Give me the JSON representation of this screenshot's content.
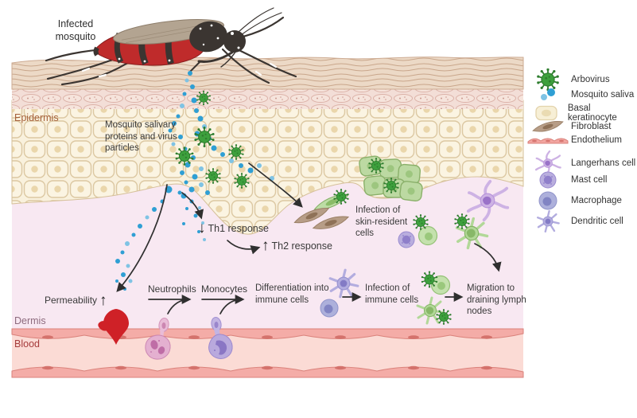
{
  "labels": {
    "infected_mosquito": "Infected mosquito",
    "epidermis": "Epidermis",
    "salivary": "Mosquito salivary proteins and virus particles",
    "th1_arrow": "↓",
    "th1": "Th1 response",
    "th2_arrow": "↑",
    "th2": "Th2 response",
    "infection_skin": "Infection of skin-resident cells",
    "permeability": "Permeability",
    "permeability_arrow": "↑",
    "neutrophils": "Neutrophils",
    "monocytes": "Monocytes",
    "differentiation": "Differentiation into immune cells",
    "infection_immune": "Infection of immune cells",
    "migration": "Migration to draining lymph nodes",
    "dermis": "Dermis",
    "blood": "Blood"
  },
  "legend": {
    "items": [
      {
        "icon": "arbovirus-icon",
        "label": "Arbovirus"
      },
      {
        "icon": "mosquito-saliva-icon",
        "label": "Mosquito saliva"
      },
      {
        "icon": "basal-keratinocyte-icon",
        "label": "Basal keratinocyte"
      },
      {
        "icon": "fibroblast-icon",
        "label": "Fibroblast"
      },
      {
        "icon": "endothelium-icon",
        "label": "Endothelium"
      },
      {
        "icon": "langerhans-cell-icon",
        "label": "Langerhans cell"
      },
      {
        "icon": "mast-cell-icon",
        "label": "Mast cell"
      },
      {
        "icon": "macrophage-icon",
        "label": "Macrophage"
      },
      {
        "icon": "dendritic-cell-icon",
        "label": "Dendritic cell"
      }
    ]
  },
  "colors": {
    "arbovirus_green": "#3da03d",
    "saliva_blue": "#2f9fd4",
    "epidermis_label": "#a5603a",
    "dermis_label": "#8d6b7e",
    "blood_label": "#a63c3c",
    "blood_drop_red": "#cf2127"
  }
}
